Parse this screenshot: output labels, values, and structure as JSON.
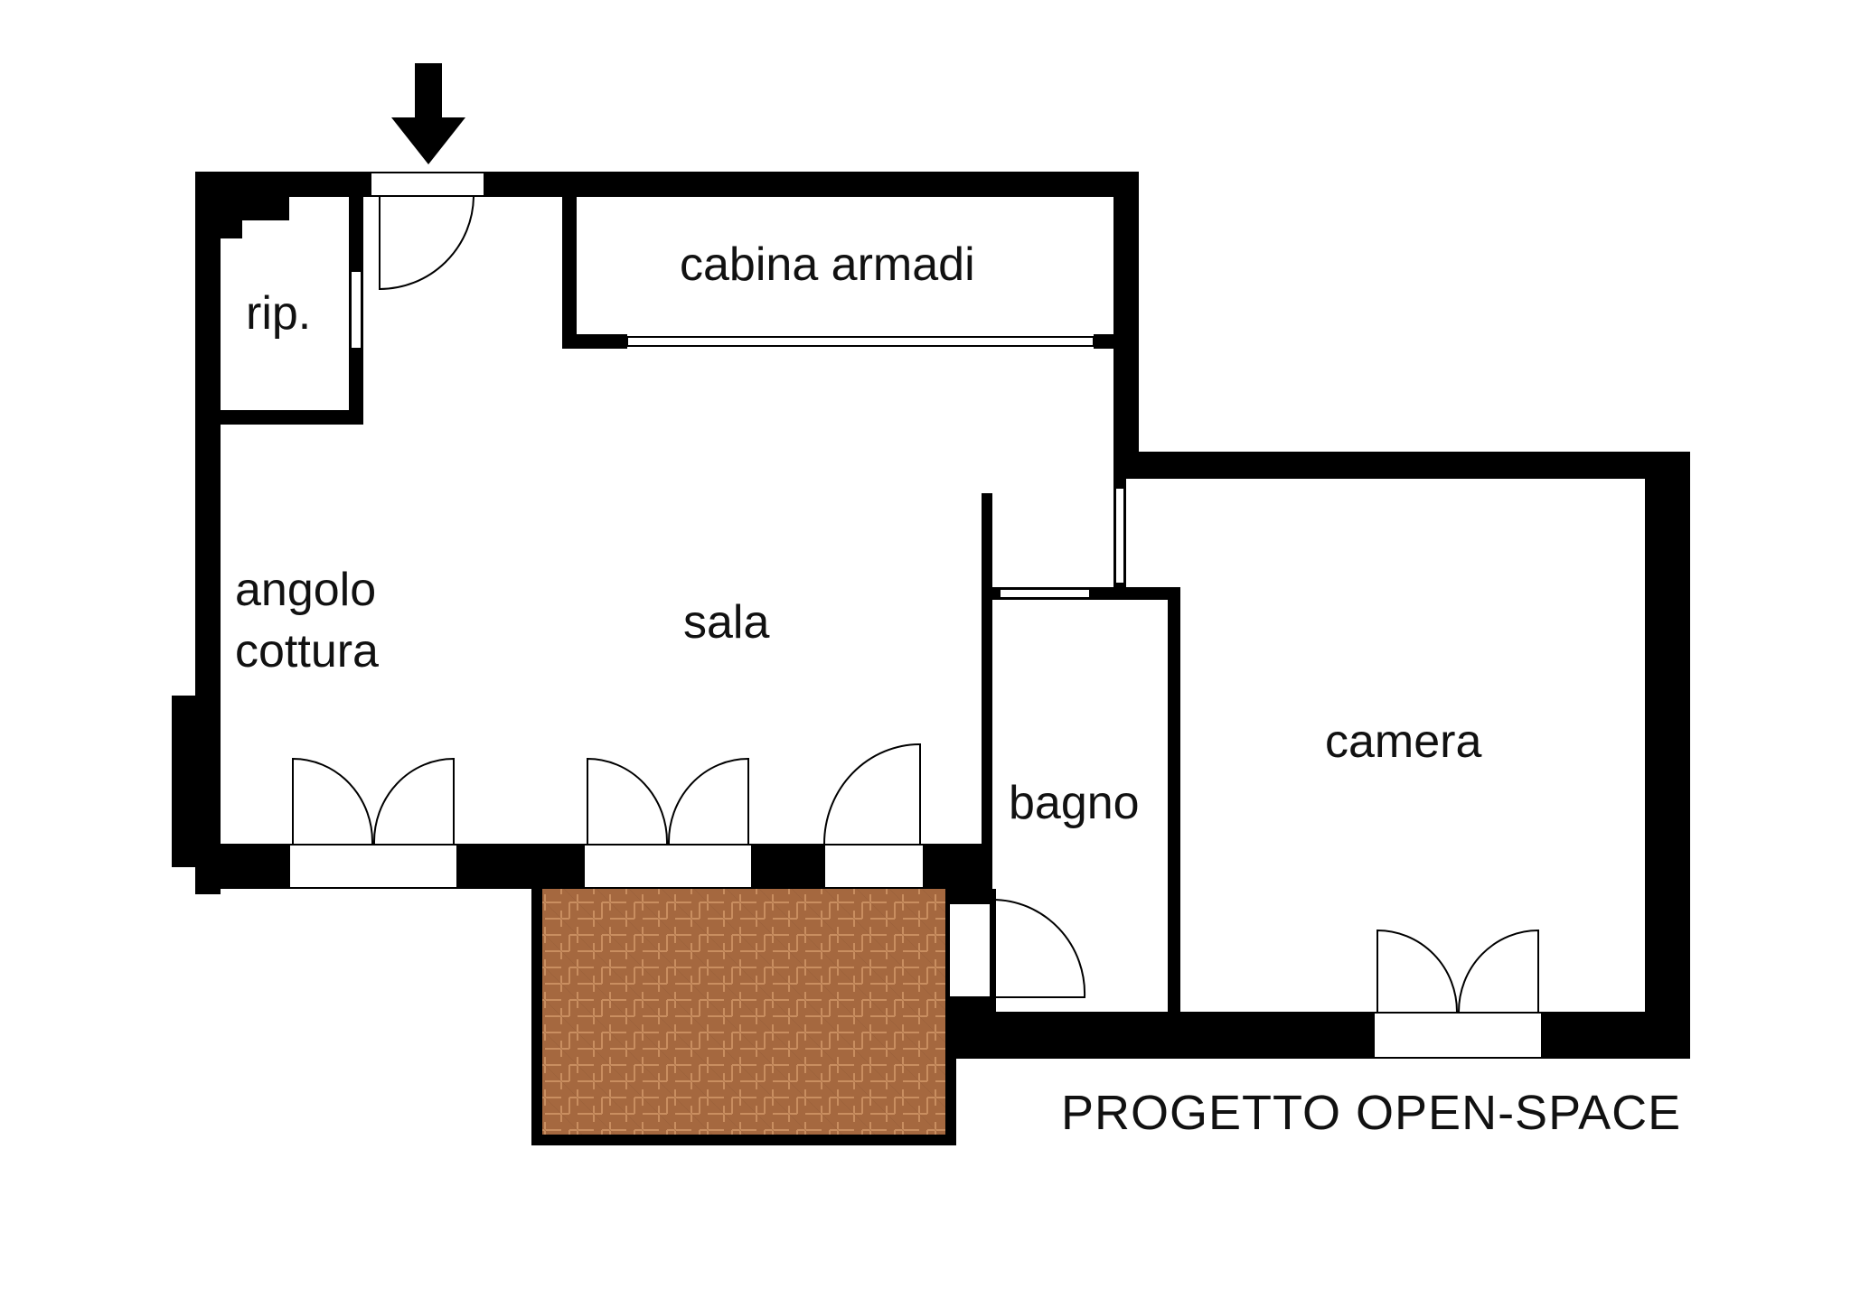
{
  "rooms": {
    "rip": "rip.",
    "cabina_armadi": "cabina armadi",
    "angolo_line1": "angolo",
    "angolo_line2": "cottura",
    "sala": "sala",
    "bagno": "bagno",
    "camera": "camera"
  },
  "title": "PROGETTO OPEN-SPACE",
  "colors": {
    "wall": "#000000",
    "background": "#ffffff",
    "terrace_tile": "#a5683f",
    "terrace_grout": "#c98e60"
  },
  "icons": {
    "entrance": "down-arrow-icon"
  }
}
